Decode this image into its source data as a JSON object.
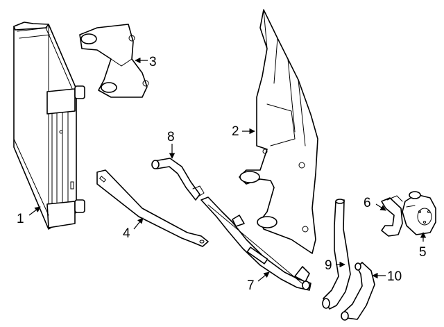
{
  "colors": {
    "line": "#000000",
    "background": "#ffffff"
  },
  "callouts": [
    {
      "id": "1",
      "label": "1"
    },
    {
      "id": "2",
      "label": "2"
    },
    {
      "id": "3",
      "label": "3"
    },
    {
      "id": "4",
      "label": "4"
    },
    {
      "id": "5",
      "label": "5"
    },
    {
      "id": "6",
      "label": "6"
    },
    {
      "id": "7",
      "label": "7"
    },
    {
      "id": "8",
      "label": "8"
    },
    {
      "id": "9",
      "label": "9"
    },
    {
      "id": "10",
      "label": "10"
    }
  ]
}
